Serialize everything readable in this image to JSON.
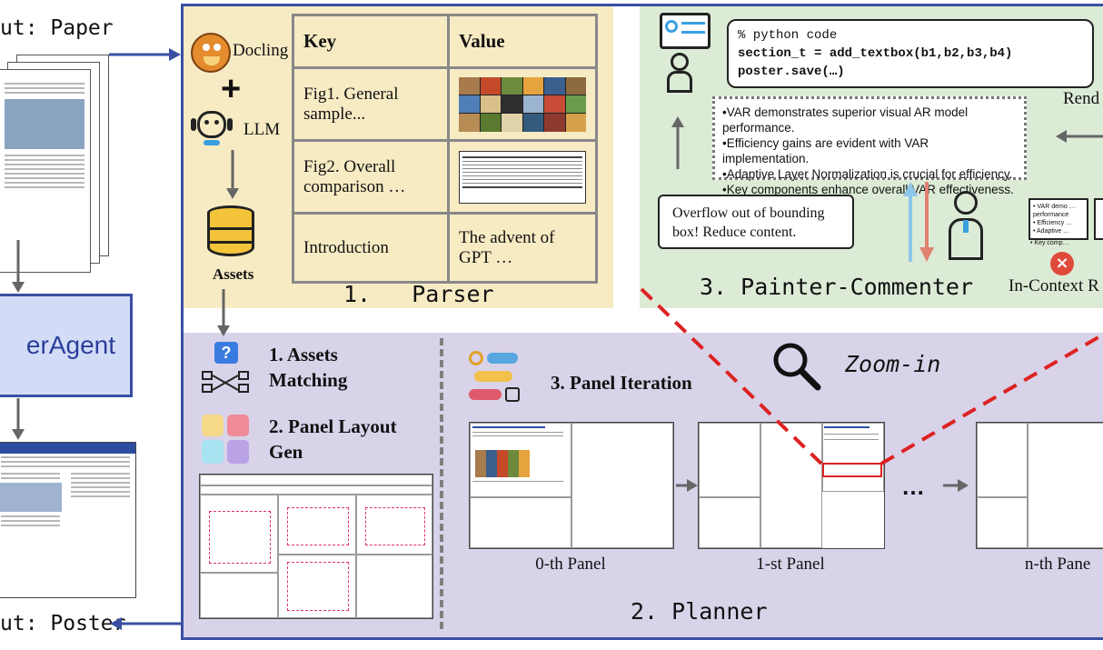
{
  "input": {
    "label": "ut: Paper"
  },
  "output": {
    "label": "ut: Poster"
  },
  "agent": {
    "label": "erAgent"
  },
  "parser": {
    "docling_label": "Docling",
    "plus": "+",
    "llm_label": "LLM",
    "assets_label": "Assets",
    "title": "1.   Parser",
    "table": {
      "header_key": "Key",
      "header_value": "Value",
      "rows": [
        {
          "key": "Fig1. General sample...",
          "value": ""
        },
        {
          "key": "Fig2. Overall comparison …",
          "value": ""
        },
        {
          "key": "Introduction",
          "value": "The advent of GPT …"
        }
      ]
    }
  },
  "painter": {
    "title": "3. Painter-Commenter",
    "code": {
      "comment": "% python code",
      "line1": "section_t = add_textbox(b1,b2,b3,b4)",
      "line2": "poster.save(…)"
    },
    "render_label": "Rend",
    "bullets": [
      "•VAR demonstrates superior visual AR model performance.",
      "•Efficiency gains are evident with VAR implementation.",
      "•Adaptive Layer Normalization is crucial for efficiency.",
      "•Key components enhance overall VAR effectiveness."
    ],
    "feedback": "Overflow out of bounding box! Reduce content.",
    "incontext_label": "In-Context R",
    "mini_bullets": [
      "• VAR demo …",
      "performance",
      "• Efficiency …",
      "• Adaptive …",
      "• Key comp…"
    ]
  },
  "planner": {
    "title": "2. Planner",
    "assets_matching": "1. Assets Matching",
    "layout_gen": "2. Panel Layout Gen",
    "panel_iteration": "3. Panel Iteration",
    "zoom": "Zoom-in",
    "ellipsis": "…",
    "question_mark": "?",
    "panels": [
      {
        "label": "0-th Panel"
      },
      {
        "label": "1-st Panel"
      },
      {
        "label": "n-th Pane"
      }
    ]
  },
  "colors": {
    "frame": "#3a4fa3",
    "parser_bg": "#f7ebc4",
    "painter_bg": "#dcebd6",
    "planner_bg": "#d8d3e9",
    "agent_box": "#d3dcf7",
    "red_dash": "#dd2222"
  }
}
